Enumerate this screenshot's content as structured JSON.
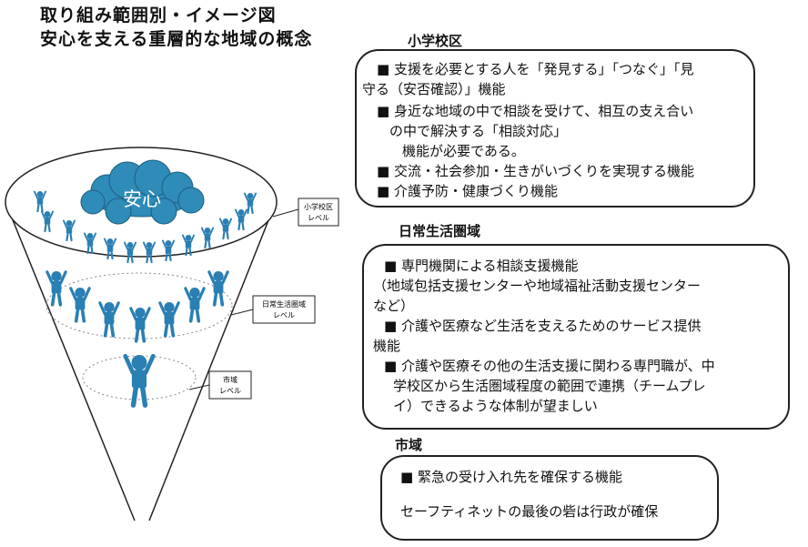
{
  "title": {
    "line1": "取り組み範囲別・イメージ図",
    "line2": "安心を支える重層的な地域の概念"
  },
  "diagram": {
    "cloud_label": "安心",
    "levels": [
      {
        "line1": "小学校区",
        "line2": "レベル"
      },
      {
        "line1": "日常生活圏域",
        "line2": "レベル"
      },
      {
        "line1": "市域",
        "line2": "レベル"
      }
    ]
  },
  "sections": [
    {
      "label": "小学校区",
      "lines": [
        "■ 支援を必要とする人を「発見する」「つなぐ」「見",
        "守る（安否確認）」機能",
        "■ 身近な地域の中で相談を受けて、相互の支え合い",
        "の中で解決する「相談対応」",
        "機能が必要である。",
        "■ 交流・社会参加・生きがいづくりを実現する機能",
        "■ 介護予防・健康づくり機能"
      ]
    },
    {
      "label": "日常生活圏域",
      "lines": [
        "■ 専門機関による相談支援機能",
        "（地域包括支援センターや地域福祉活動支援センター",
        "など）",
        "■ 介護や医療など生活を支えるためのサービス提供",
        "機能",
        "■ 介護や医療その他の生活支援に関わる専門職が、中",
        "学校区から生活圏域程度の範囲で連携（チームプレ",
        "イ）できるような体制が望ましい"
      ]
    },
    {
      "label": "市域",
      "lines": [
        "■ 緊急の受け入れ先を確保する機能",
        "セーフティネットの最後の砦は行政が確保"
      ]
    }
  ]
}
